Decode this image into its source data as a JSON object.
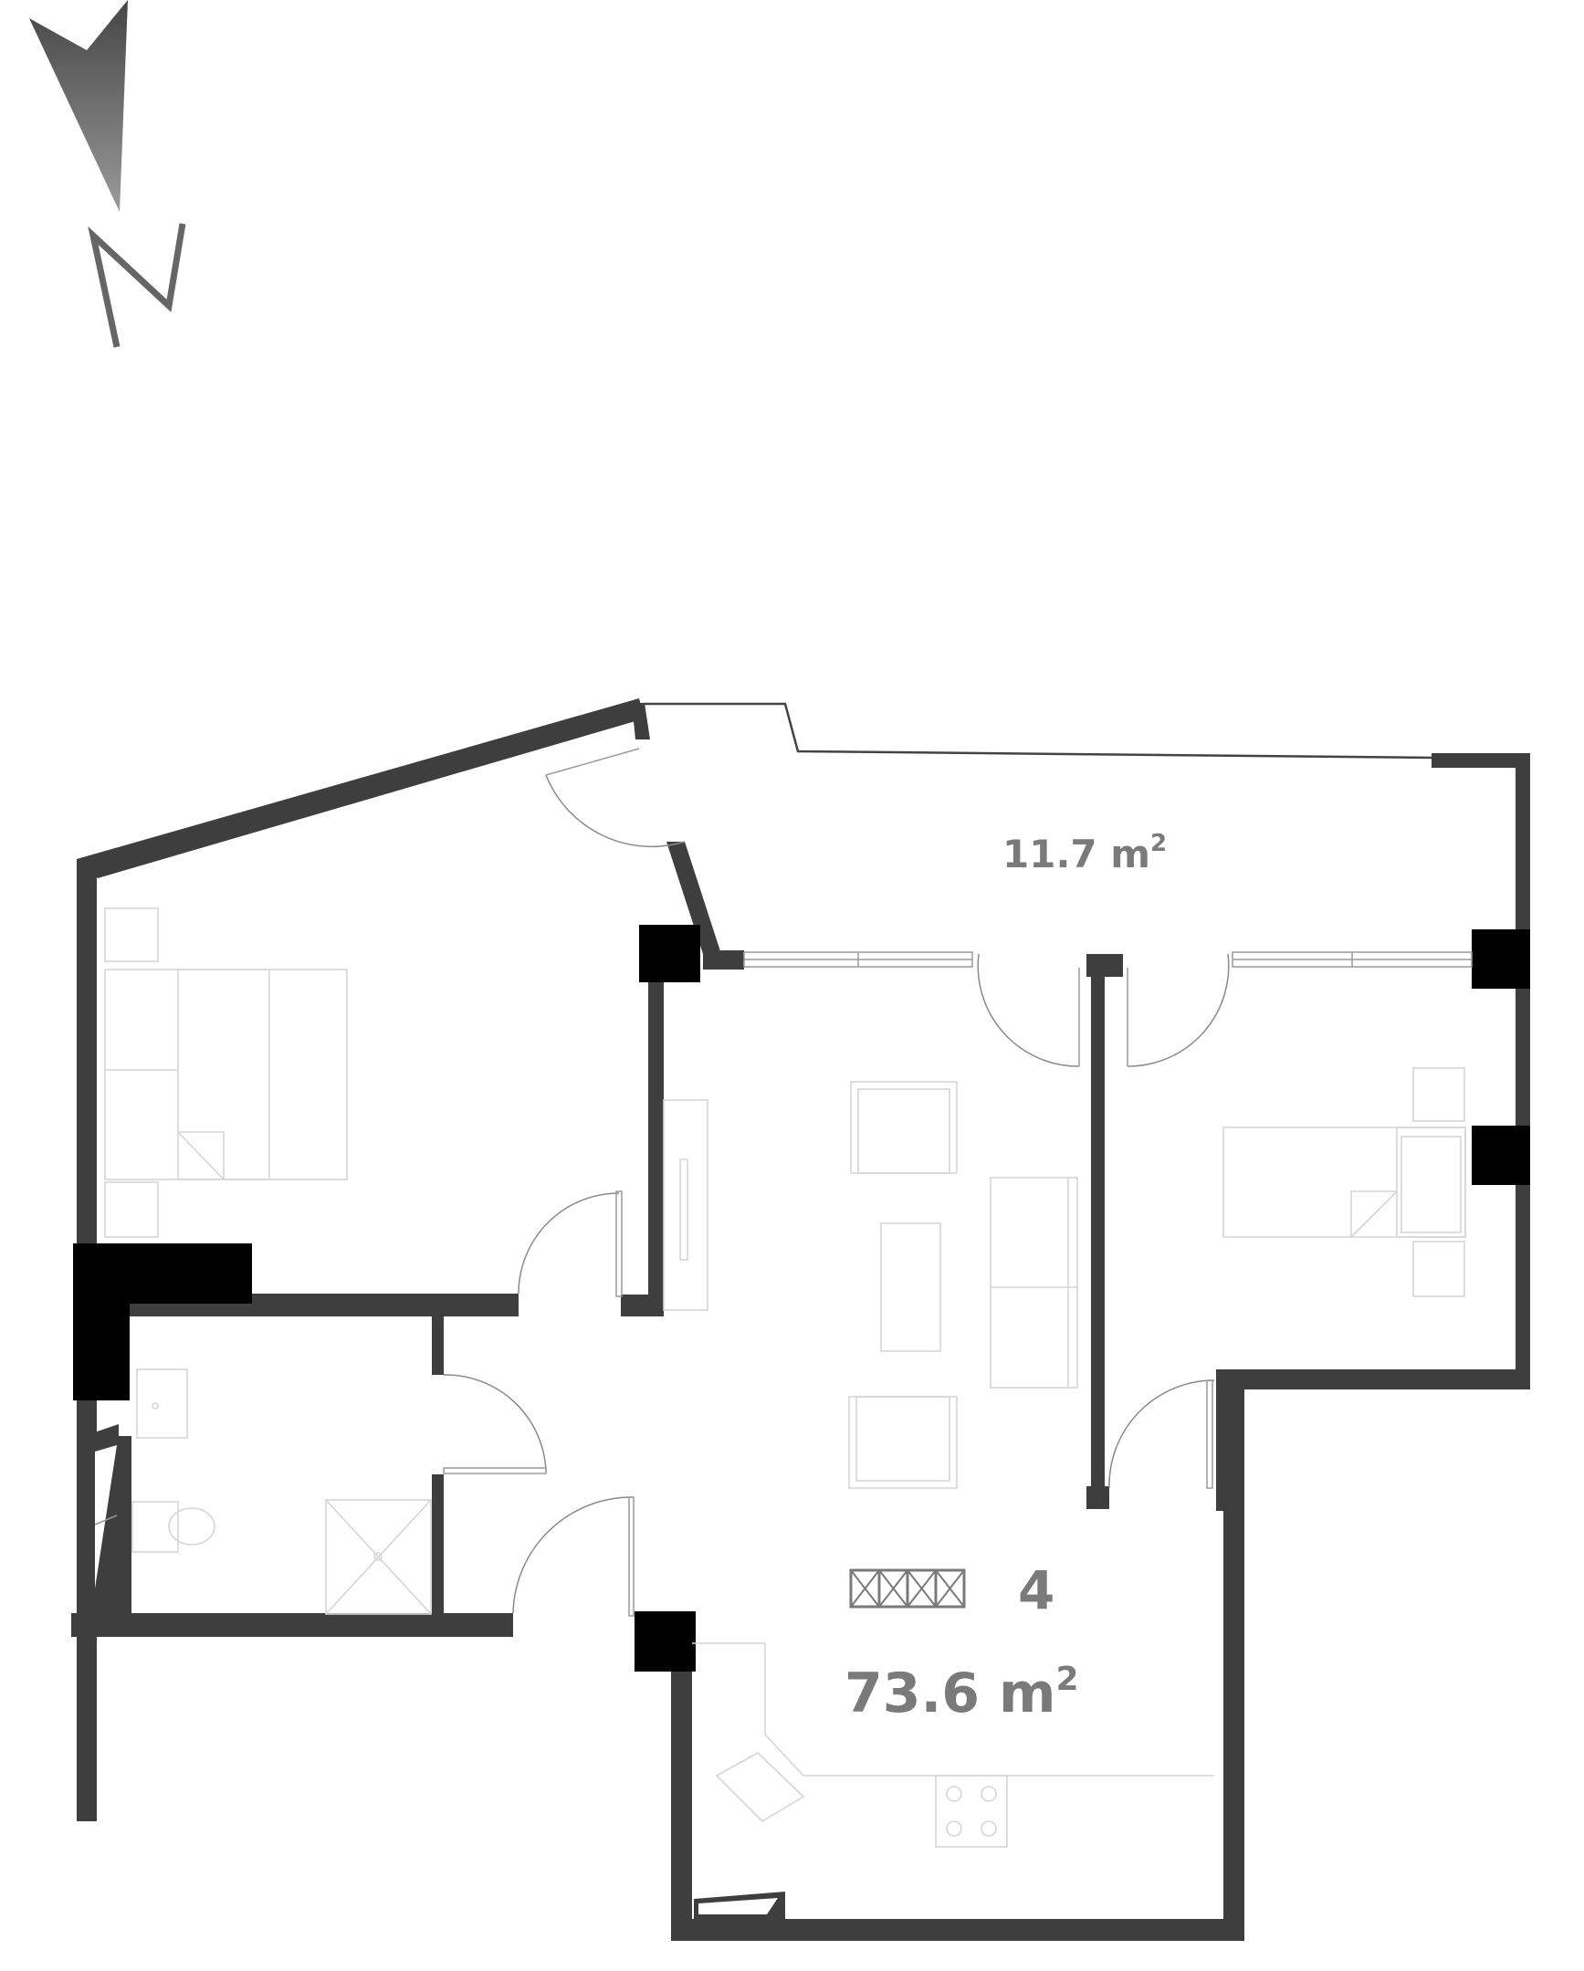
{
  "compass": {
    "letter": "N",
    "icon": "north-arrow-icon"
  },
  "balcony": {
    "area": "11.7",
    "unit": "m",
    "exponent": "2"
  },
  "apartment": {
    "number": "4",
    "area": "73.6",
    "unit": "m",
    "exponent": "2",
    "room_count_icon": "room-count-icon"
  },
  "colors": {
    "wall": "#3e3e3e",
    "column": "#000000",
    "label": "#7a7a7a",
    "furniture": "#d6d6d6"
  }
}
